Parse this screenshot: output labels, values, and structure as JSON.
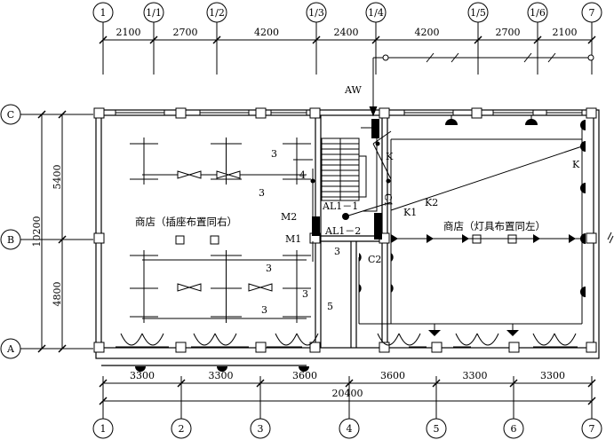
{
  "grid_top": [
    "1",
    "1/1",
    "1/2",
    "1/3",
    "1/4",
    "1/5",
    "1/6",
    "7"
  ],
  "grid_bottom": [
    "1",
    "2",
    "3",
    "4",
    "5",
    "6",
    "7"
  ],
  "grid_left": [
    "C",
    "B",
    "A"
  ],
  "dims_top": [
    "2100",
    "2700",
    "4200",
    "2400",
    "4200",
    "2700",
    "2100"
  ],
  "dims_bottom": [
    "3300",
    "3300",
    "3600",
    "3600",
    "3300",
    "3300"
  ],
  "dim_total": "20400",
  "dims_left": [
    "5400",
    "4800"
  ],
  "dim_left_total": "10200",
  "labels": {
    "aw": "AW",
    "al1_1": "AL1－1",
    "al1_2": "AL1－2",
    "m1": "M1",
    "m2": "M2",
    "c1": "C1",
    "c2": "C2",
    "k1": "K1",
    "k2": "K2",
    "k_a": "K",
    "k_b": "K",
    "n3a": "3",
    "n3b": "3",
    "n3c": "3",
    "n3d": "3",
    "n3e": "3",
    "n3f": "3",
    "n4": "4",
    "n5": "5",
    "shop_left": "商店（插座布置同右）",
    "shop_right": "商店（灯具布置同左）"
  }
}
